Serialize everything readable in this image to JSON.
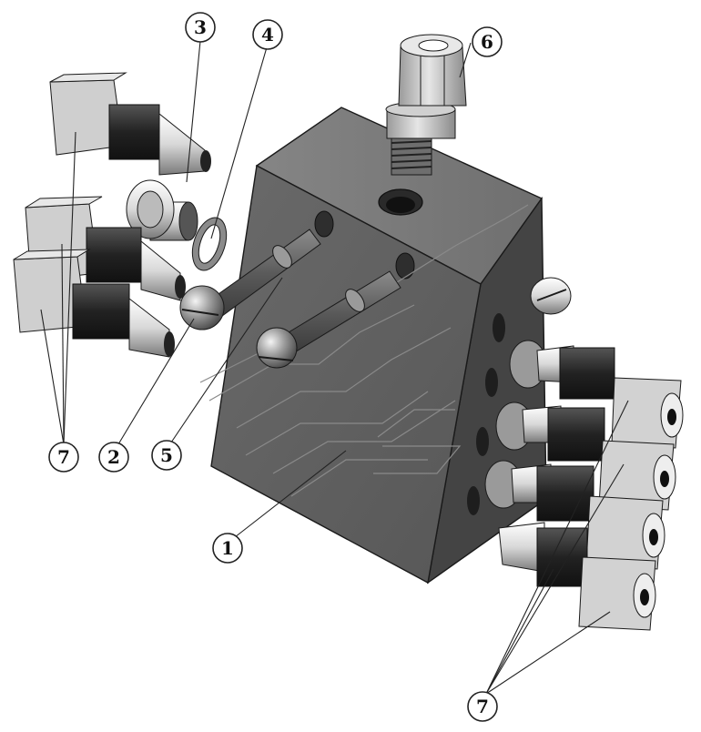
{
  "callouts": [
    {
      "id": "c1",
      "label": "1"
    },
    {
      "id": "c2",
      "label": "2"
    },
    {
      "id": "c3",
      "label": "3"
    },
    {
      "id": "c4",
      "label": "4"
    },
    {
      "id": "c5",
      "label": "5"
    },
    {
      "id": "c6",
      "label": "6"
    },
    {
      "id": "c7a",
      "label": "7"
    },
    {
      "id": "c7b",
      "label": "7"
    }
  ],
  "colors": {
    "block_front": "#5e5e5e",
    "block_top": "#7c7c7c",
    "block_side": "#3e3e3e",
    "fitting_light": "#d4d4d4",
    "fitting_dark": "#2c2c2c",
    "background": "#ffffff"
  }
}
